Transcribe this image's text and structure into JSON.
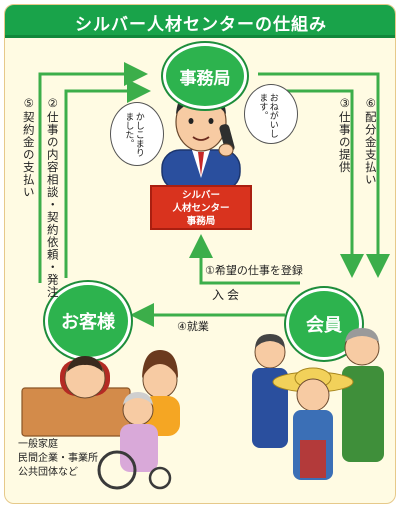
{
  "title": "シルバー人材センターの仕組み",
  "nodes": {
    "office": "事務局",
    "client": "お客様",
    "member": "会員"
  },
  "office_box": [
    "シルバー",
    "人材センター",
    "事務局"
  ],
  "flows": {
    "step1": "①希望の仕事を登録",
    "join": "入会",
    "step2": "②仕事の内容相談・契約依頼・発注",
    "step3": "③仕事の提供",
    "step4": "④就業",
    "step5": "⑤契約金の支払い",
    "step6": "⑥配分金支払い"
  },
  "speech": {
    "staff": "かしこまりました。",
    "caller": "おねがいします。"
  },
  "client_types": [
    "一般家庭",
    "民間企業・事業所",
    "公共団体など"
  ],
  "colors": {
    "banner": "#19a34a",
    "node": "#2db34e",
    "arrow": "#3cae4a",
    "office_box": "#d9331e",
    "background": "#fffbe3"
  }
}
